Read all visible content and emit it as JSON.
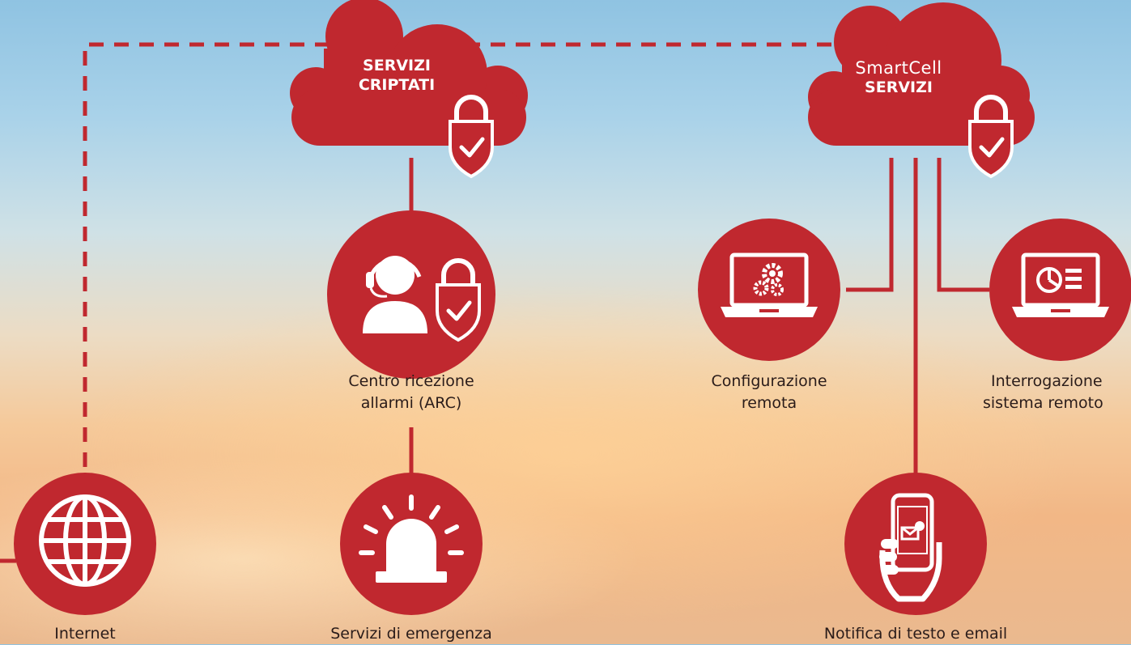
{
  "clouds": {
    "encrypted": {
      "line1": "SERVIZI",
      "line2": "CRIPTATI"
    },
    "smartcell": {
      "brand": "SmartCell",
      "line2": "SERVIZI"
    }
  },
  "nodes": {
    "arc": {
      "line1": "Centro ricezione",
      "line2": "allarmi (ARC)",
      "icon": "operator-headset-lock-icon"
    },
    "emergency": {
      "label": "Servizi di emergenza",
      "icon": "siren-icon"
    },
    "internet": {
      "label": "Internet",
      "icon": "globe-icon"
    },
    "config": {
      "line1": "Configurazione",
      "line2": "remota",
      "icon": "laptop-gears-icon"
    },
    "interrogation": {
      "line1": "Interrogazione",
      "line2": "sistema remoto",
      "icon": "laptop-chart-icon"
    },
    "notify": {
      "label": "Notifica di testo e email",
      "icon": "phone-hand-icon"
    }
  },
  "colors": {
    "accent": "#c0282f",
    "text": "#2a1c1a",
    "on_accent": "#ffffff"
  }
}
